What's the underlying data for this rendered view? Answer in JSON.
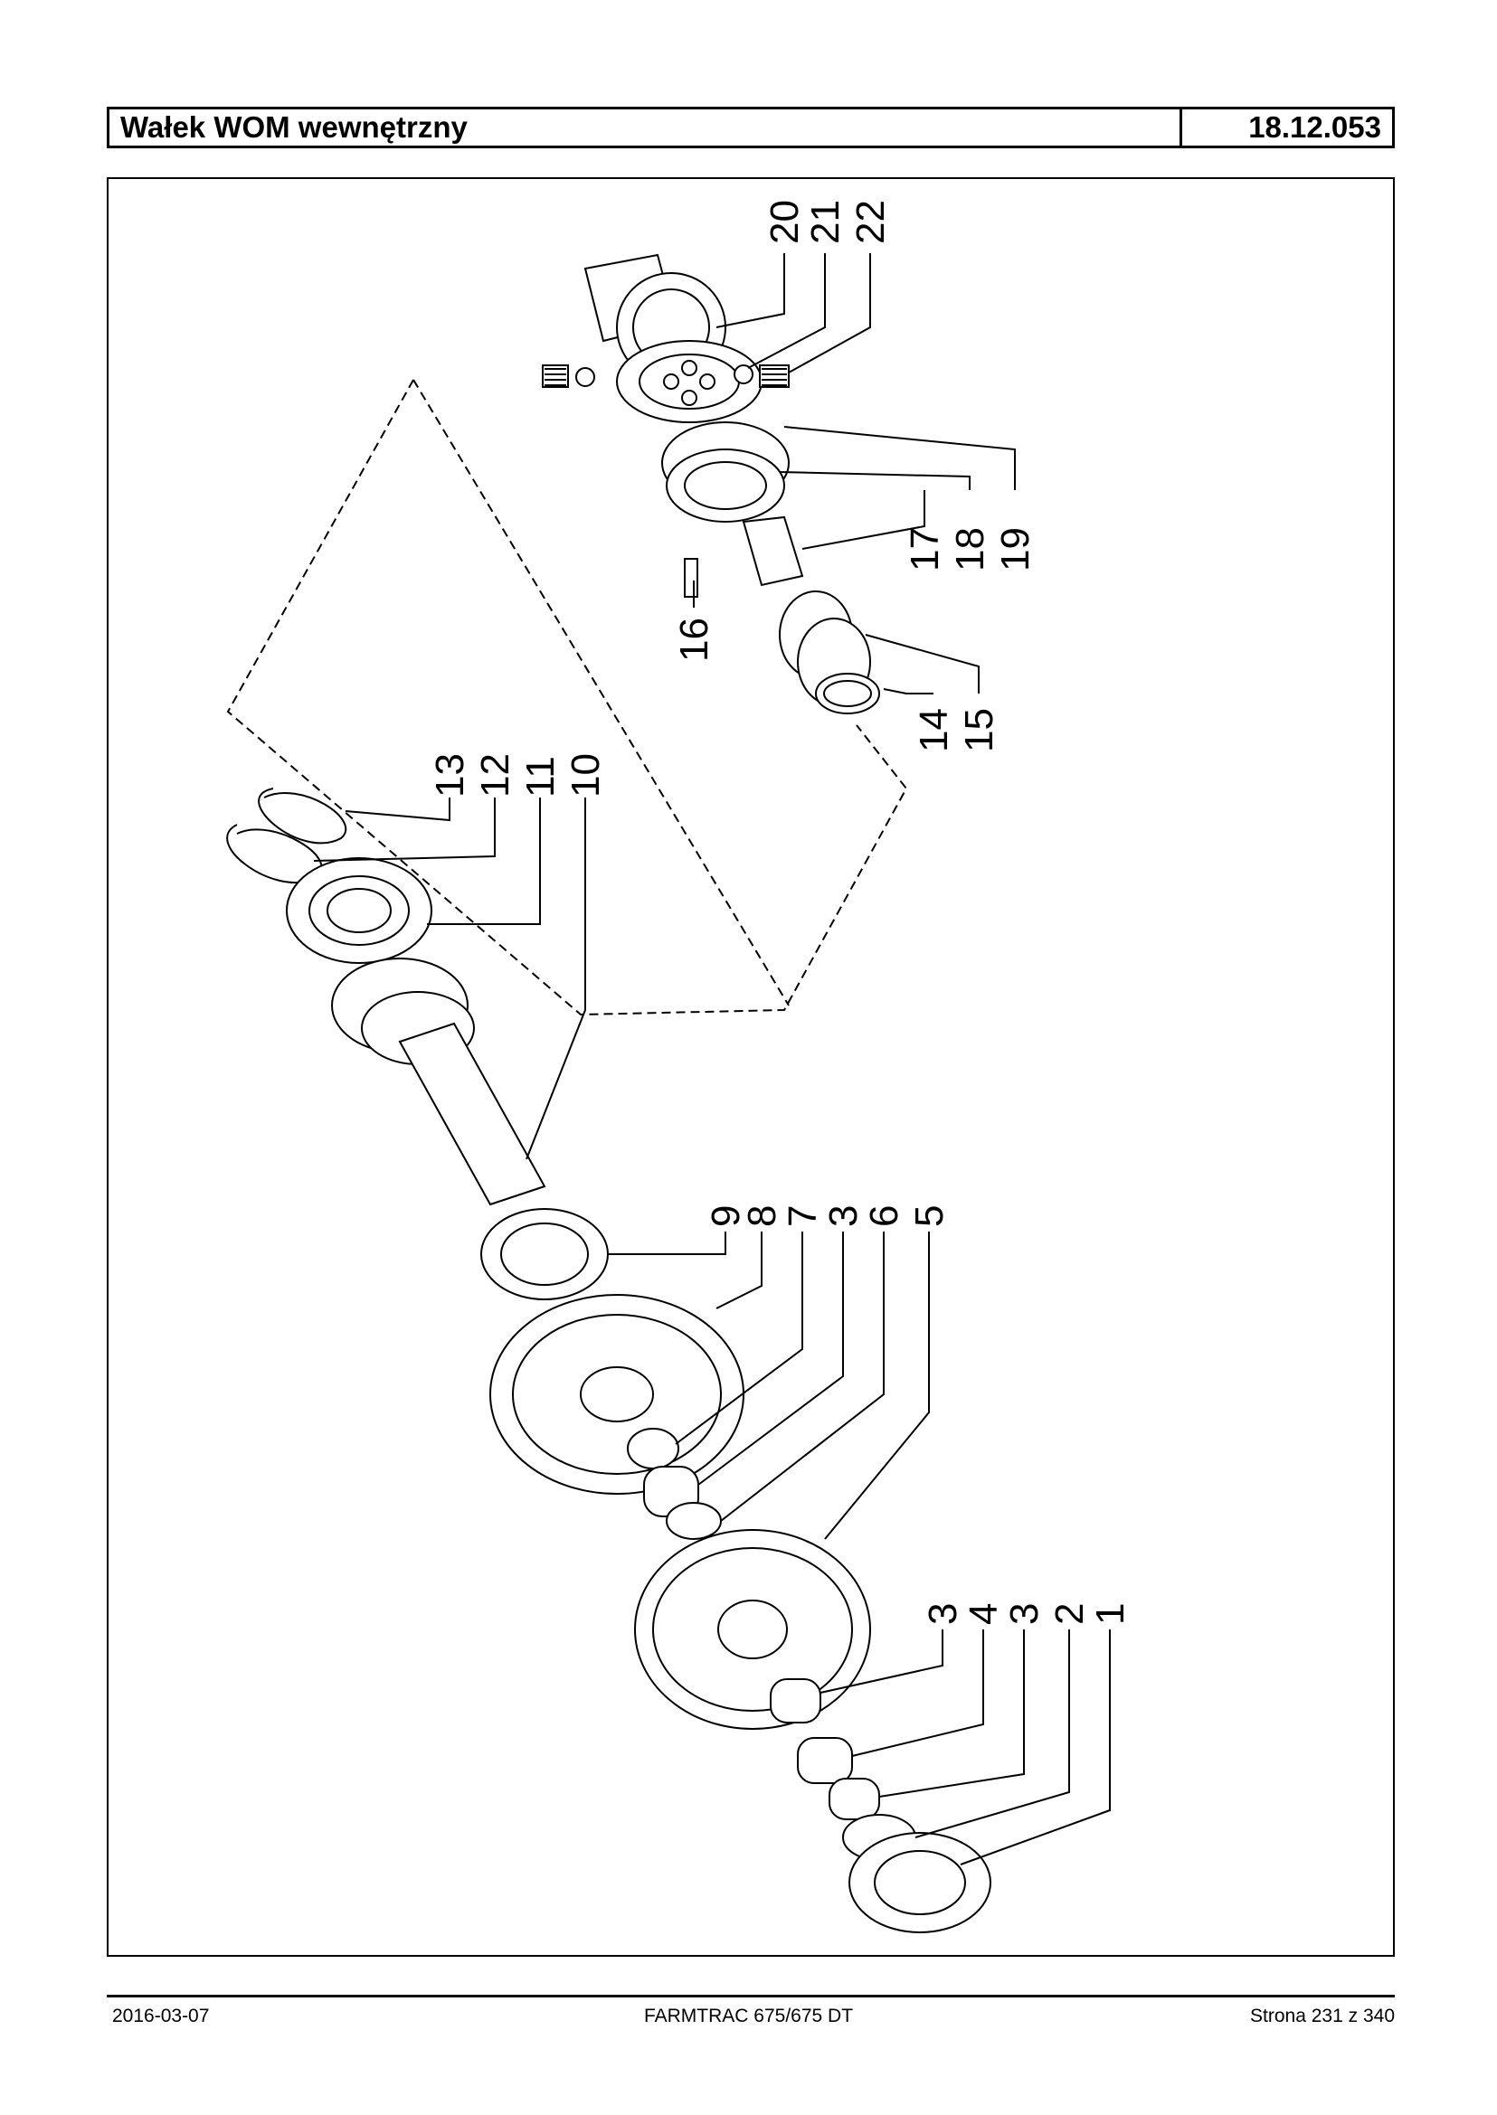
{
  "header": {
    "title": "Wałek WOM wewnętrzny",
    "code": "18.12.053"
  },
  "figure": {
    "callouts_top": [
      "20",
      "21",
      "22"
    ],
    "callouts_mid": [
      "17",
      "18",
      "19"
    ],
    "callout_16": "16",
    "callouts_14_15": [
      "14",
      "15"
    ],
    "callouts_left": [
      "13",
      "12",
      "11",
      "10"
    ],
    "callouts_center": [
      "9",
      "8",
      "7",
      "3",
      "6",
      "5"
    ],
    "callouts_bottom": [
      "3",
      "4",
      "3",
      "2",
      "1"
    ]
  },
  "footer": {
    "date": "2016-03-07",
    "model": "FARMTRAC 675/675 DT",
    "page": "Strona 231 z 340"
  }
}
